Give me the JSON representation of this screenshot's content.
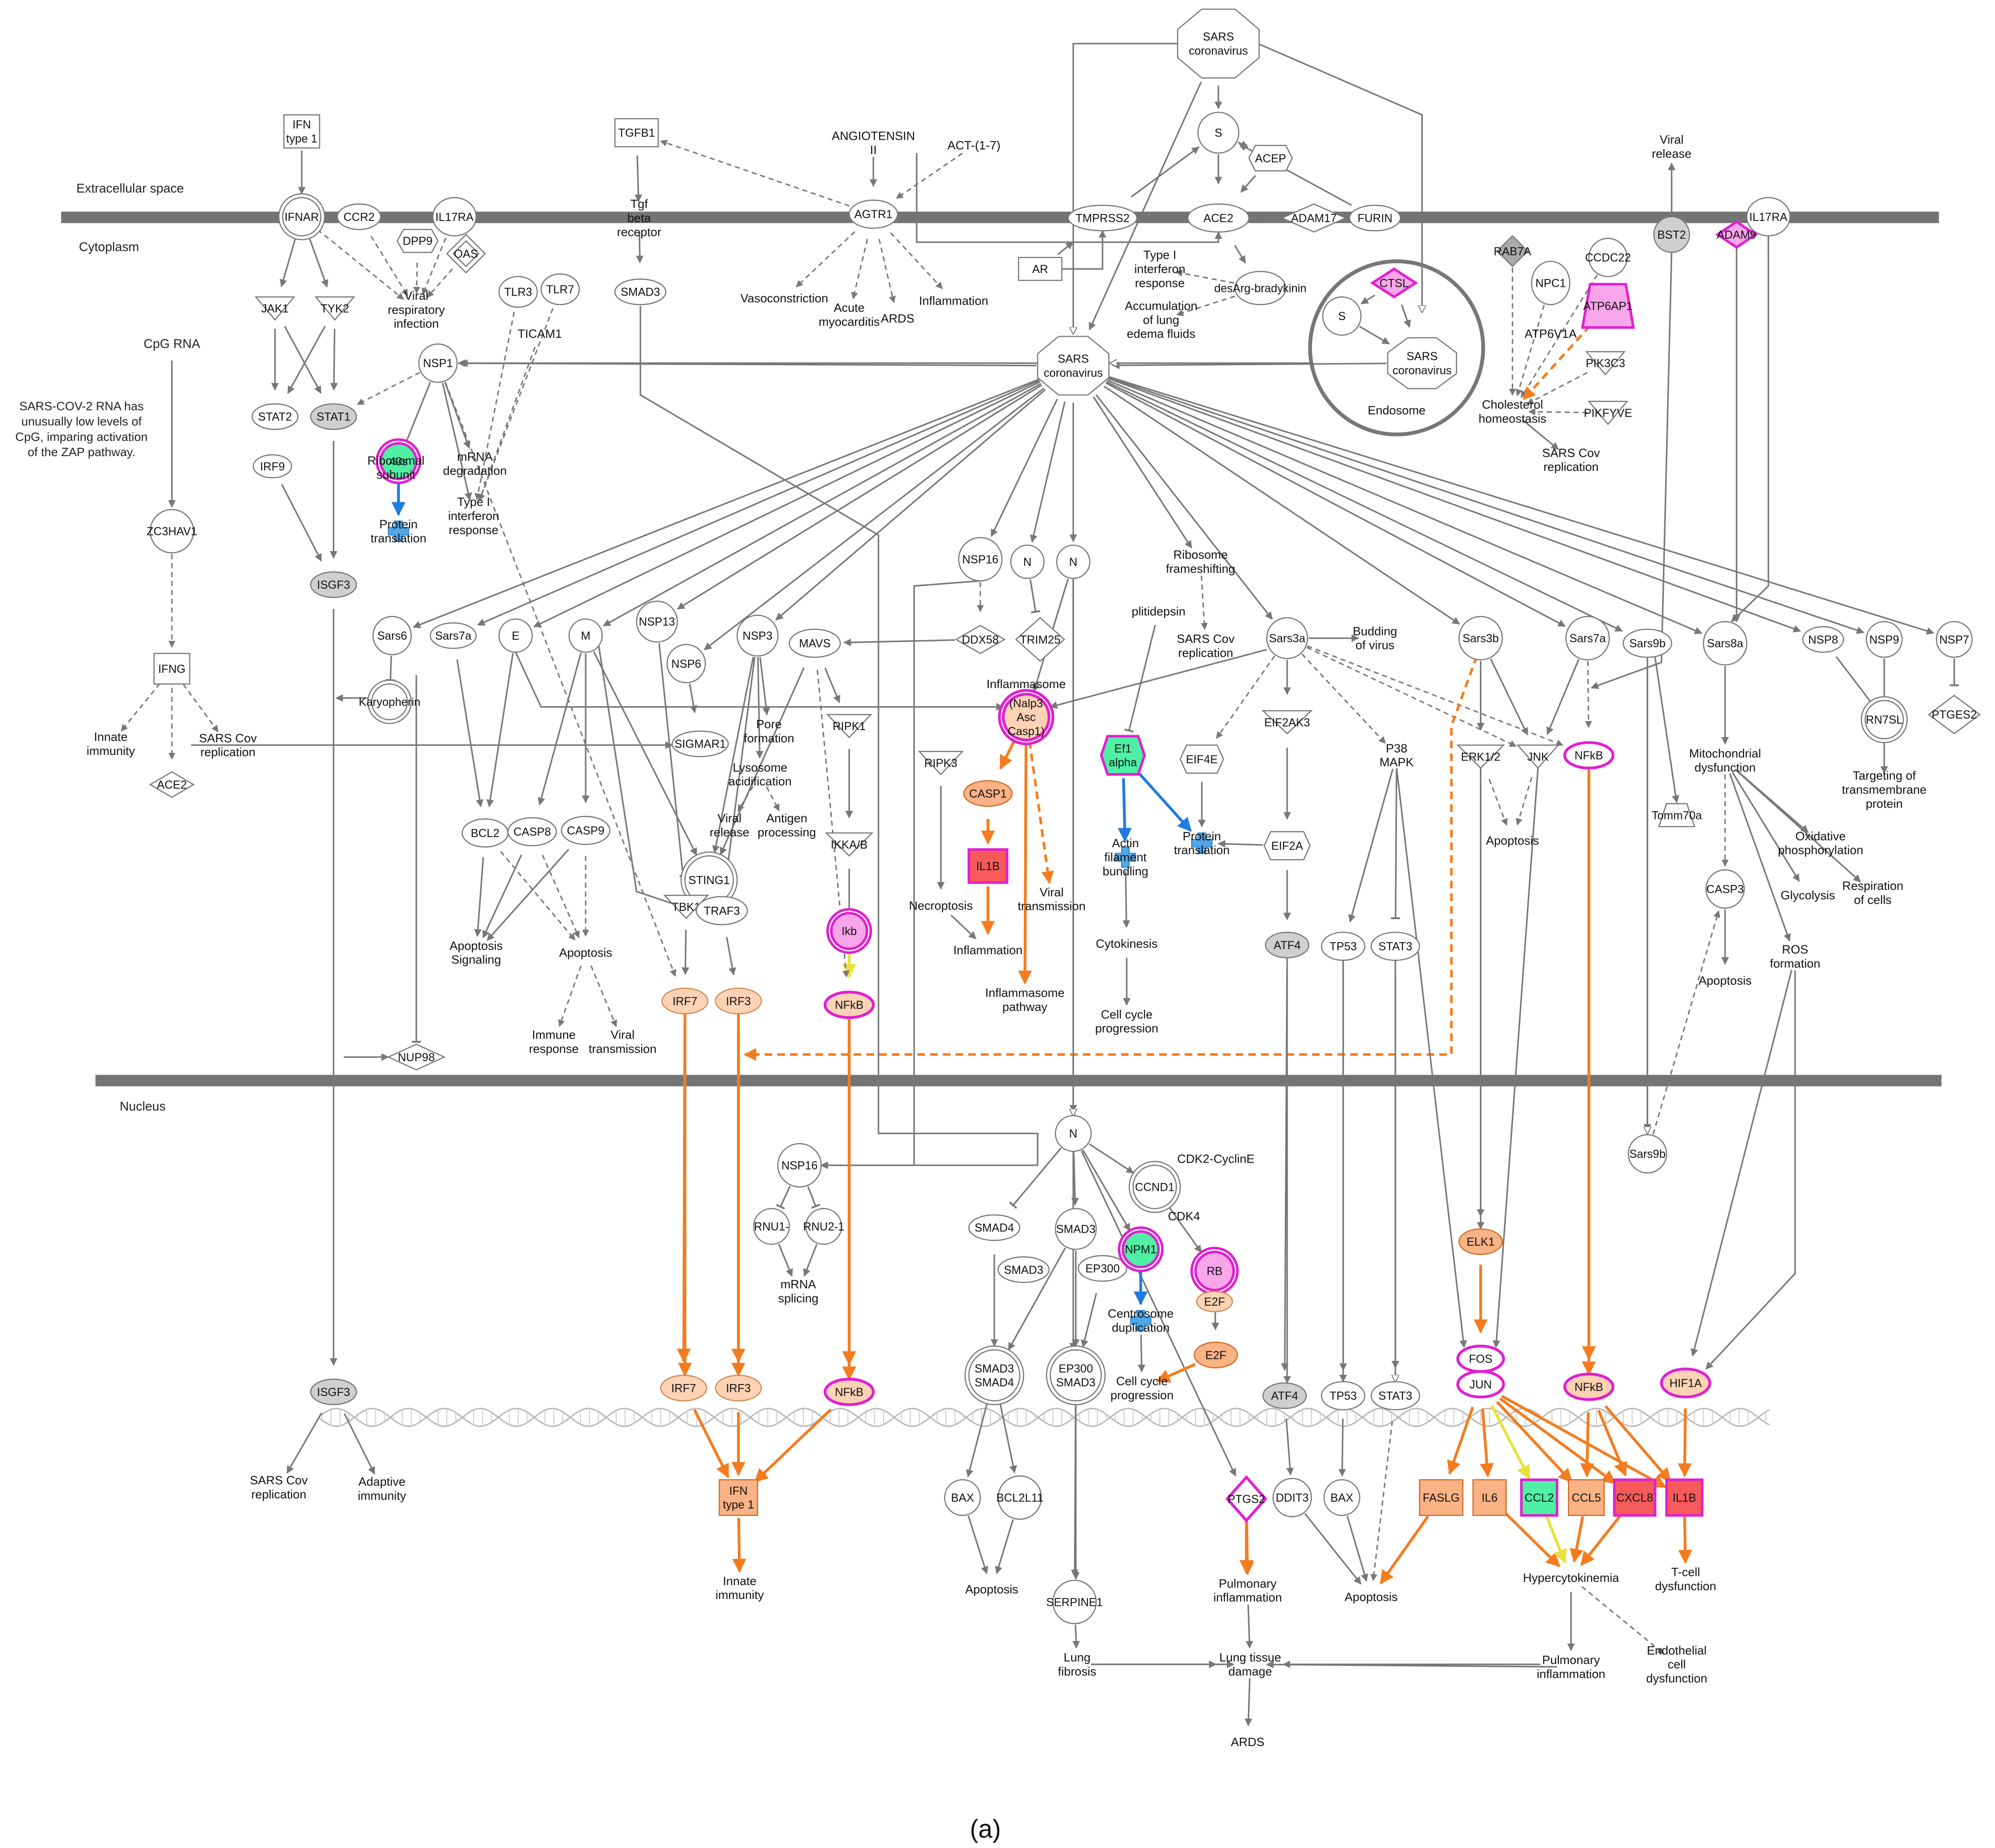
{
  "colors": {
    "orange_fill": "#fbb284",
    "light_orange_fill": "#fdd2b5",
    "red_fill": "#f65a5a",
    "green_fill": "#4ff0a4",
    "blue_fill": "#4fa7e8",
    "magenta_border": "#e020d0",
    "gray_fill": "#cfcfcf",
    "orange_arrow": "#f47c1e",
    "blue_arrow": "#1f7be0",
    "yellow_arrow": "#e8e23a",
    "gray_line": "#777777",
    "membrane": "#747474"
  },
  "compartments": {
    "extracellular": "Extracellular space",
    "cytoplasm": "Cytoplasm",
    "nucleus": "Nucleus"
  },
  "notes": {
    "cpg": "CpG RNA",
    "zap_lines": [
      "SARS-COV-2 RNA has",
      "unusually low levels of",
      "CpG, imparing activation",
      "of the ZAP pathway."
    ]
  },
  "caption": "(a)",
  "nodes": [
    {
      "id": "sars_top",
      "lines": [
        "SARS",
        "coronavirus"
      ]
    },
    {
      "id": "s_top",
      "lines": [
        "S"
      ]
    },
    {
      "id": "acep",
      "lines": [
        "ACEP"
      ]
    },
    {
      "id": "ace2",
      "lines": [
        "ACE2"
      ]
    },
    {
      "id": "adam17",
      "lines": [
        "ADAM17"
      ]
    },
    {
      "id": "furin",
      "lines": [
        "FURIN"
      ]
    },
    {
      "id": "tmprss2",
      "lines": [
        "TMPRSS2"
      ]
    },
    {
      "id": "ar",
      "lines": [
        "AR"
      ]
    },
    {
      "id": "ang2",
      "lines": [
        "ANGIOTENSIN",
        "II"
      ]
    },
    {
      "id": "act17",
      "lines": [
        "ACT-(1-7)"
      ]
    },
    {
      "id": "agtr1",
      "lines": [
        "AGTR1"
      ]
    },
    {
      "id": "vasocon",
      "lines": [
        "Vasoconstriction"
      ]
    },
    {
      "id": "acutemyo",
      "lines": [
        "Acute",
        "myocarditis"
      ]
    },
    {
      "id": "ards_c",
      "lines": [
        "ARDS"
      ]
    },
    {
      "id": "inflam_c",
      "lines": [
        "Inflammation"
      ]
    },
    {
      "id": "tgfb1",
      "lines": [
        "TGFB1"
      ]
    },
    {
      "id": "tgfbr",
      "lines": [
        "Tgf",
        "beta",
        "receptor"
      ]
    },
    {
      "id": "smad3_c",
      "lines": [
        "SMAD3"
      ]
    },
    {
      "id": "ifn1_top",
      "lines": [
        "IFN",
        "type 1"
      ]
    },
    {
      "id": "ifnar",
      "lines": [
        "IFNAR"
      ]
    },
    {
      "id": "ccr2",
      "lines": [
        "CCR2"
      ]
    },
    {
      "id": "il17ra_l",
      "lines": [
        "IL17RA"
      ]
    },
    {
      "id": "dpp9",
      "lines": [
        "DPP9"
      ]
    },
    {
      "id": "oas",
      "lines": [
        "OAS"
      ]
    },
    {
      "id": "viralresp",
      "lines": [
        "Viral",
        "respiratory",
        "infection"
      ]
    },
    {
      "id": "jak1",
      "lines": [
        "JAK1"
      ]
    },
    {
      "id": "tyk2",
      "lines": [
        "TYK2"
      ]
    },
    {
      "id": "stat2",
      "lines": [
        "STAT2"
      ]
    },
    {
      "id": "stat1",
      "lines": [
        "STAT1"
      ]
    },
    {
      "id": "irf9",
      "lines": [
        "IRF9"
      ]
    },
    {
      "id": "tlr3",
      "lines": [
        "TLR3"
      ]
    },
    {
      "id": "tlr7",
      "lines": [
        "TLR7"
      ]
    },
    {
      "id": "ticam1",
      "lines": [
        "TICAM1"
      ]
    },
    {
      "id": "nsp1",
      "lines": [
        "NSP1"
      ]
    },
    {
      "id": "ribo40",
      "lines": [
        "40s"
      ]
    },
    {
      "id": "ribo_lbl",
      "lines": [
        "Ribosomal",
        "subunit"
      ]
    },
    {
      "id": "prottrans_l",
      "lines": [
        "Protein",
        "translation"
      ]
    },
    {
      "id": "mrnadeg",
      "lines": [
        "mRNA",
        "degradation"
      ]
    },
    {
      "id": "ifnresp_l",
      "lines": [
        "Type I",
        "interferon",
        "response"
      ]
    },
    {
      "id": "zc3hav1",
      "lines": [
        "ZC3HAV1"
      ]
    },
    {
      "id": "ifng",
      "lines": [
        "IFNG"
      ]
    },
    {
      "id": "innate_l",
      "lines": [
        "Innate",
        "immunity"
      ]
    },
    {
      "id": "sarsrep_l",
      "lines": [
        "SARS Cov",
        "replication"
      ]
    },
    {
      "id": "ace2_l",
      "lines": [
        "ACE2"
      ]
    },
    {
      "id": "isgf3_c",
      "lines": [
        "ISGF3"
      ]
    },
    {
      "id": "ifnresp_t",
      "lines": [
        "Type I",
        "interferon",
        "response"
      ]
    },
    {
      "id": "desarg",
      "lines": [
        "desArg-bradykinin"
      ]
    },
    {
      "id": "lungedema",
      "lines": [
        "Accumulation",
        "of lung",
        "edema fluids"
      ]
    },
    {
      "id": "ctsl",
      "lines": [
        "CTSL"
      ]
    },
    {
      "id": "s_endo",
      "lines": [
        "S"
      ]
    },
    {
      "id": "sars_endo",
      "lines": [
        "SARS",
        "coronavirus"
      ]
    },
    {
      "id": "endosome",
      "lines": [
        "Endosome"
      ]
    },
    {
      "id": "rab7a",
      "lines": [
        "RAB7A"
      ]
    },
    {
      "id": "npc1",
      "lines": [
        "NPC1"
      ]
    },
    {
      "id": "ccdc22",
      "lines": [
        "CCDC22"
      ]
    },
    {
      "id": "atp6ap1",
      "lines": [
        "ATP6AP1"
      ]
    },
    {
      "id": "atp6v1a",
      "lines": [
        "ATP6V1A"
      ]
    },
    {
      "id": "pik3c3",
      "lines": [
        "PIK3C3"
      ]
    },
    {
      "id": "pikfyve",
      "lines": [
        "PIKFYVE"
      ]
    },
    {
      "id": "cholest",
      "lines": [
        "Cholesterol",
        "homeostasis"
      ]
    },
    {
      "id": "sarsrep_r",
      "lines": [
        "SARS Cov",
        "replication"
      ]
    },
    {
      "id": "viralrel",
      "lines": [
        "Viral",
        "release"
      ]
    },
    {
      "id": "bst2",
      "lines": [
        "BST2"
      ]
    },
    {
      "id": "adam9",
      "lines": [
        "ADAM9"
      ]
    },
    {
      "id": "il17ra_r",
      "lines": [
        "IL17RA"
      ]
    },
    {
      "id": "sars_mid",
      "lines": [
        "SARS",
        "coronavirus"
      ]
    },
    {
      "id": "sars6",
      "lines": [
        "Sars6"
      ]
    },
    {
      "id": "karyo",
      "lines": [
        "Karyopherin"
      ]
    },
    {
      "id": "sars7a_l",
      "lines": [
        "Sars7a"
      ]
    },
    {
      "id": "e",
      "lines": [
        "E"
      ]
    },
    {
      "id": "m",
      "lines": [
        "M"
      ]
    },
    {
      "id": "nsp13",
      "lines": [
        "NSP13"
      ]
    },
    {
      "id": "nsp6",
      "lines": [
        "NSP6"
      ]
    },
    {
      "id": "nsp3",
      "lines": [
        "NSP3"
      ]
    },
    {
      "id": "sigmar1",
      "lines": [
        "SIGMAR1"
      ]
    },
    {
      "id": "pore",
      "lines": [
        "Pore",
        "formation"
      ]
    },
    {
      "id": "lysoacid",
      "lines": [
        "Lysosome",
        "acidification"
      ]
    },
    {
      "id": "viralrel_m",
      "lines": [
        "Viral",
        "release"
      ]
    },
    {
      "id": "antigen",
      "lines": [
        "Antigen",
        "processing"
      ]
    },
    {
      "id": "bcl2",
      "lines": [
        "BCL2"
      ]
    },
    {
      "id": "casp8",
      "lines": [
        "CASP8"
      ]
    },
    {
      "id": "casp9",
      "lines": [
        "CASP9"
      ]
    },
    {
      "id": "aposig",
      "lines": [
        "Apoptosis",
        "Signaling"
      ]
    },
    {
      "id": "apo_c",
      "lines": [
        "Apoptosis"
      ]
    },
    {
      "id": "immune",
      "lines": [
        "Immune",
        "response"
      ]
    },
    {
      "id": "viraltx_c",
      "lines": [
        "Viral",
        "transmission"
      ]
    },
    {
      "id": "sting1",
      "lines": [
        "STING1"
      ]
    },
    {
      "id": "tbk1",
      "lines": [
        "TBK1"
      ]
    },
    {
      "id": "traf3",
      "lines": [
        "TRAF3"
      ]
    },
    {
      "id": "irf7_c",
      "lines": [
        "IRF7"
      ]
    },
    {
      "id": "irf3_c",
      "lines": [
        "IRF3"
      ]
    },
    {
      "id": "nup98",
      "lines": [
        "NUP98"
      ]
    },
    {
      "id": "mavs",
      "lines": [
        "MAVS"
      ]
    },
    {
      "id": "ripk1",
      "lines": [
        "RIPK1"
      ]
    },
    {
      "id": "ikkab",
      "lines": [
        "IKKA/B"
      ]
    },
    {
      "id": "ikb",
      "lines": [
        "Ikb"
      ]
    },
    {
      "id": "nfkb_c",
      "lines": [
        "NFkB"
      ]
    },
    {
      "id": "nsp16_c",
      "lines": [
        "NSP16"
      ]
    },
    {
      "id": "n1",
      "lines": [
        "N"
      ]
    },
    {
      "id": "n2",
      "lines": [
        "N"
      ]
    },
    {
      "id": "ddx58",
      "lines": [
        "DDX58"
      ]
    },
    {
      "id": "trim25",
      "lines": [
        "TRIM25"
      ]
    },
    {
      "id": "infl_lbl",
      "lines": [
        "Inflammasome"
      ]
    },
    {
      "id": "inflasome",
      "lines": [
        "(Nalp3",
        "Asc",
        "Casp1)"
      ]
    },
    {
      "id": "ripk3",
      "lines": [
        "RIPK3"
      ]
    },
    {
      "id": "casp1",
      "lines": [
        "CASP1"
      ]
    },
    {
      "id": "il1b_c",
      "lines": [
        "IL1B"
      ]
    },
    {
      "id": "necro",
      "lines": [
        "Necroptosis"
      ]
    },
    {
      "id": "inflam_m",
      "lines": [
        "Inflammation"
      ]
    },
    {
      "id": "inflpath",
      "lines": [
        "Inflammasome",
        "pathway"
      ]
    },
    {
      "id": "viraltx_m",
      "lines": [
        "Viral",
        "transmission"
      ]
    },
    {
      "id": "ribofs",
      "lines": [
        "Ribosome",
        "frameshifting"
      ]
    },
    {
      "id": "sarsrep_m",
      "lines": [
        "SARS Cov",
        "replication"
      ]
    },
    {
      "id": "plitid",
      "lines": [
        "plitidepsin"
      ]
    },
    {
      "id": "ef1",
      "lines": [
        "Ef1",
        "alpha"
      ]
    },
    {
      "id": "actin",
      "lines": [
        "Actin",
        "filament",
        "bundling"
      ]
    },
    {
      "id": "prottrans_m",
      "lines": [
        "Protein",
        "translation"
      ]
    },
    {
      "id": "cytokin",
      "lines": [
        "Cytokinesis"
      ]
    },
    {
      "id": "cellcyc_c",
      "lines": [
        "Cell cycle",
        "progression"
      ]
    },
    {
      "id": "eif4e",
      "lines": [
        "EIF4E"
      ]
    },
    {
      "id": "eif2a",
      "lines": [
        "EIF2A"
      ]
    },
    {
      "id": "eif2ak3",
      "lines": [
        "EIF2AK3"
      ]
    },
    {
      "id": "sars3a",
      "lines": [
        "Sars3a"
      ]
    },
    {
      "id": "budding",
      "lines": [
        "Budding",
        "of virus"
      ]
    },
    {
      "id": "atf4_c",
      "lines": [
        "ATF4"
      ]
    },
    {
      "id": "tp53_c",
      "lines": [
        "TP53"
      ]
    },
    {
      "id": "stat3_c",
      "lines": [
        "STAT3"
      ]
    },
    {
      "id": "p38",
      "lines": [
        "P38",
        "MAPK"
      ]
    },
    {
      "id": "sars3b",
      "lines": [
        "Sars3b"
      ]
    },
    {
      "id": "sars7a_r",
      "lines": [
        "Sars7a"
      ]
    },
    {
      "id": "erk12",
      "lines": [
        "ERK1/2"
      ]
    },
    {
      "id": "jnk",
      "lines": [
        "JNK"
      ]
    },
    {
      "id": "nfkb_r",
      "lines": [
        "NFkB"
      ]
    },
    {
      "id": "apo_r",
      "lines": [
        "Apoptosis"
      ]
    },
    {
      "id": "sars9b",
      "lines": [
        "Sars9b"
      ]
    },
    {
      "id": "tomm70a",
      "lines": [
        "Tomm70a"
      ]
    },
    {
      "id": "sars8a",
      "lines": [
        "Sars8a"
      ]
    },
    {
      "id": "nsp8",
      "lines": [
        "NSP8"
      ]
    },
    {
      "id": "nsp9",
      "lines": [
        "NSP9"
      ]
    },
    {
      "id": "nsp7",
      "lines": [
        "NSP7"
      ]
    },
    {
      "id": "rn7sl",
      "lines": [
        "RN7SL"
      ]
    },
    {
      "id": "ptges2",
      "lines": [
        "PTGES2"
      ]
    },
    {
      "id": "targeting",
      "lines": [
        "Targeting of",
        "transmembrane",
        "protein"
      ]
    },
    {
      "id": "mitodys",
      "lines": [
        "Mitochondrial",
        "dysfunction"
      ]
    },
    {
      "id": "oxphos",
      "lines": [
        "Oxidative",
        "phosphorylation"
      ]
    },
    {
      "id": "glyco",
      "lines": [
        "Glycolysis"
      ]
    },
    {
      "id": "resp",
      "lines": [
        "Respiration",
        "of cells"
      ]
    },
    {
      "id": "casp3",
      "lines": [
        "CASP3"
      ]
    },
    {
      "id": "ros",
      "lines": [
        "ROS",
        "formation"
      ]
    },
    {
      "id": "apo_rr",
      "lines": [
        "Apoptosis"
      ]
    },
    {
      "id": "sars9b_n",
      "lines": [
        "Sars9b"
      ]
    },
    {
      "id": "n_nuc",
      "lines": [
        "N"
      ]
    },
    {
      "id": "cdk2",
      "lines": [
        "CDK2-CyclinE"
      ]
    },
    {
      "id": "ccnd1",
      "lines": [
        "CCND1"
      ]
    },
    {
      "id": "cdk4",
      "lines": [
        "CDK4"
      ]
    },
    {
      "id": "nsp16_n",
      "lines": [
        "NSP16"
      ]
    },
    {
      "id": "rnu1",
      "lines": [
        "RNU1-"
      ]
    },
    {
      "id": "rnu2",
      "lines": [
        "RNU2-1"
      ]
    },
    {
      "id": "splice",
      "lines": [
        "mRNA",
        "splicing"
      ]
    },
    {
      "id": "smad4_n",
      "lines": [
        "SMAD4"
      ]
    },
    {
      "id": "smad3_n",
      "lines": [
        "SMAD3"
      ]
    },
    {
      "id": "smad3_n2",
      "lines": [
        "SMAD3"
      ]
    },
    {
      "id": "ep300",
      "lines": [
        "EP300"
      ]
    },
    {
      "id": "npm1",
      "lines": [
        "NPM1"
      ]
    },
    {
      "id": "rb",
      "lines": [
        "RB"
      ]
    },
    {
      "id": "e2f_in",
      "lines": [
        "E2F"
      ]
    },
    {
      "id": "e2f",
      "lines": [
        "E2F"
      ]
    },
    {
      "id": "centro",
      "lines": [
        "Centrosome",
        "duplication"
      ]
    },
    {
      "id": "cellcyc_n",
      "lines": [
        "Cell cycle",
        "progression"
      ]
    },
    {
      "id": "smad34",
      "lines": [
        "SMAD3",
        "SMAD4"
      ]
    },
    {
      "id": "ep300s3",
      "lines": [
        "EP300",
        "SMAD3"
      ]
    },
    {
      "id": "bax_l",
      "lines": [
        "BAX"
      ]
    },
    {
      "id": "bcl2l11",
      "lines": [
        "BCL2L11"
      ]
    },
    {
      "id": "apo_n1",
      "lines": [
        "Apoptosis"
      ]
    },
    {
      "id": "serpine1",
      "lines": [
        "SERPINE1"
      ]
    },
    {
      "id": "lungfib",
      "lines": [
        "Lung",
        "fibrosis"
      ]
    },
    {
      "id": "isgf3_n",
      "lines": [
        "ISGF3"
      ]
    },
    {
      "id": "sarsrep_n",
      "lines": [
        "SARS Cov",
        "replication"
      ]
    },
    {
      "id": "adaptive",
      "lines": [
        "Adaptive",
        "immunity"
      ]
    },
    {
      "id": "irf7_n",
      "lines": [
        "IRF7"
      ]
    },
    {
      "id": "irf3_n",
      "lines": [
        "IRF3"
      ]
    },
    {
      "id": "nfkb_n",
      "lines": [
        "NFkB"
      ]
    },
    {
      "id": "ifn1_n",
      "lines": [
        "IFN",
        "type 1"
      ]
    },
    {
      "id": "innate_n",
      "lines": [
        "Innate",
        "immunity"
      ]
    },
    {
      "id": "ptgs2",
      "lines": [
        "PTGS2"
      ]
    },
    {
      "id": "pulinfl1",
      "lines": [
        "Pulmonary",
        "inflammation"
      ]
    },
    {
      "id": "lungdmg",
      "lines": [
        "Lung tissue",
        "damage"
      ]
    },
    {
      "id": "ards_n",
      "lines": [
        "ARDS"
      ]
    },
    {
      "id": "atf4_n",
      "lines": [
        "ATF4"
      ]
    },
    {
      "id": "ddit3",
      "lines": [
        "DDIT3"
      ]
    },
    {
      "id": "tp53_n",
      "lines": [
        "TP53"
      ]
    },
    {
      "id": "bax_r",
      "lines": [
        "BAX"
      ]
    },
    {
      "id": "stat3_n",
      "lines": [
        "STAT3"
      ]
    },
    {
      "id": "apo_n2",
      "lines": [
        "Apoptosis"
      ]
    },
    {
      "id": "elk1",
      "lines": [
        "ELK1"
      ]
    },
    {
      "id": "fos",
      "lines": [
        "FOS"
      ]
    },
    {
      "id": "jun",
      "lines": [
        "JUN"
      ]
    },
    {
      "id": "nfkb_n2",
      "lines": [
        "NFkB"
      ]
    },
    {
      "id": "hif1a",
      "lines": [
        "HIF1A"
      ]
    },
    {
      "id": "faslg",
      "lines": [
        "FASLG"
      ]
    },
    {
      "id": "il6",
      "lines": [
        "IL6"
      ]
    },
    {
      "id": "ccl2",
      "lines": [
        "CCL2"
      ]
    },
    {
      "id": "ccl5",
      "lines": [
        "CCL5"
      ]
    },
    {
      "id": "cxcl8",
      "lines": [
        "CXCL8"
      ]
    },
    {
      "id": "il1b_n",
      "lines": [
        "IL1B"
      ]
    },
    {
      "id": "hypercyt",
      "lines": [
        "Hypercytokinemia"
      ]
    },
    {
      "id": "tcell",
      "lines": [
        "T-cell",
        "dysfunction"
      ]
    },
    {
      "id": "pulinfl2",
      "lines": [
        "Pulmonary",
        "inflammation"
      ]
    },
    {
      "id": "endo",
      "lines": [
        "Endothelial",
        "cell",
        "dysfunction"
      ]
    }
  ]
}
